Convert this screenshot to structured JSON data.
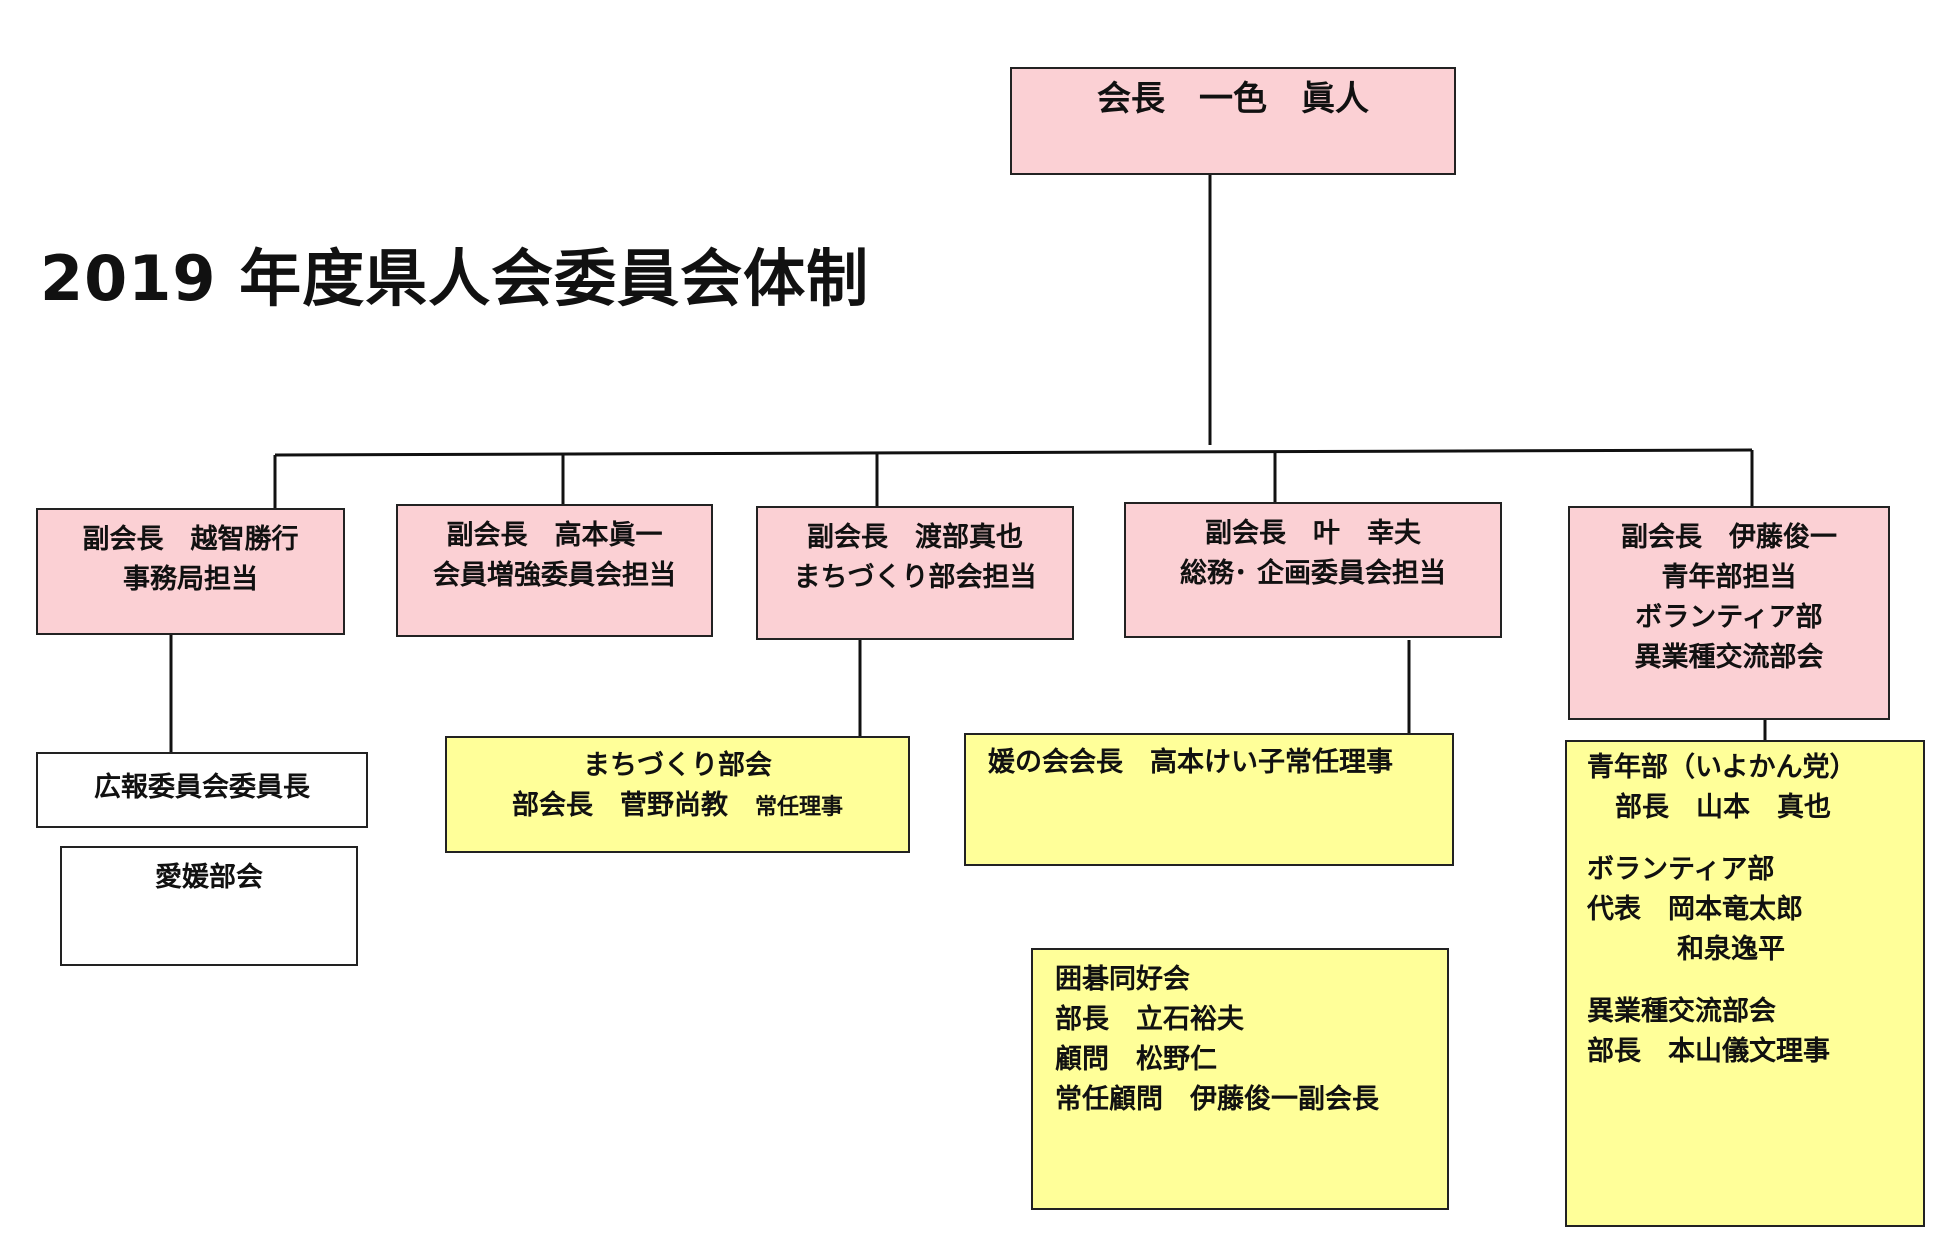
{
  "title": "2019 年度県人会委員会体制",
  "president": "会長　一色　眞人",
  "vice_presidents": [
    {
      "name": "副会長　越智勝行",
      "role": "事務局担当"
    },
    {
      "name": "副会長　高本眞一",
      "role": "会員増強委員会担当"
    },
    {
      "name": "副会長　渡部真也",
      "role": "まちづくり部会担当"
    },
    {
      "name": "副会長　叶　幸夫",
      "role": "総務･ 企画委員会担当"
    },
    {
      "name": "副会長　伊藤俊一",
      "roles": [
        "青年部担当",
        "ボランティア部",
        "異業種交流部会"
      ]
    }
  ],
  "committees": {
    "koho": "広報委員会委員長",
    "aiehime": "愛媛部会",
    "machizukuri": {
      "title": "まちづくり部会",
      "head": "部会長　菅野尚教",
      "head_suffix": "常任理事"
    },
    "en_no_kai": "媛の会会長　高本けい子常任理事",
    "igo": {
      "title": "囲碁同好会",
      "lines": [
        "部長　立石裕夫",
        "顧問　松野仁",
        "常任顧問　伊藤俊一副会長"
      ]
    },
    "youth": {
      "title": "青年部（いよかん党）",
      "head": "部長　山本　真也",
      "volunteer_title": "ボランティア部",
      "volunteer_rep": "代表　岡本竜太郎",
      "volunteer_rep2": "和泉逸平",
      "ibusiness_title": "異業種交流部会",
      "ibusiness_head": "部長　本山儀文理事"
    }
  },
  "colors": {
    "pink": "#fbd0d4",
    "yellow": "#ffff99",
    "border": "#222222"
  }
}
